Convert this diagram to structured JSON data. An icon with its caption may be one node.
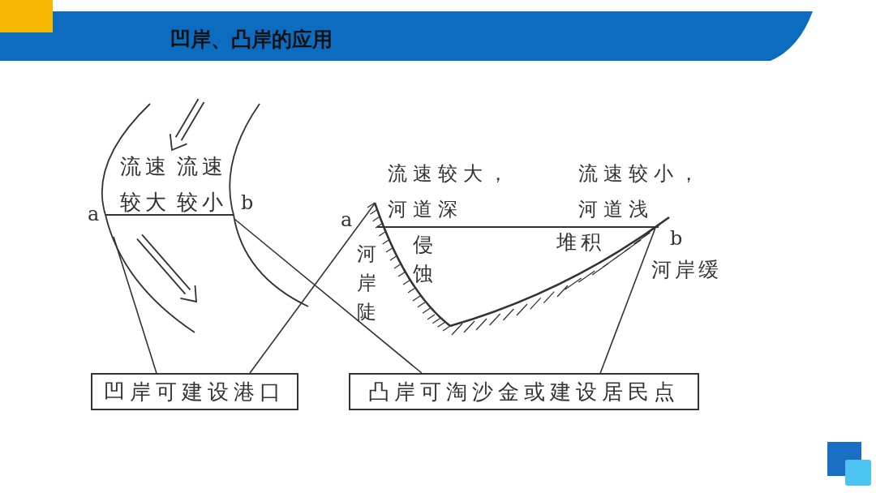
{
  "diagram": {
    "title": "凹岸、凸岸的应用",
    "nodes": [
      {
        "text": [],
        "shape": "curve"
      },
      {
        "text": [],
        "shape": "curve"
      },
      {
        "text": [],
        "shape": "curve"
      },
      {
        "text": [],
        "shape": "curve"
      },
      {
        "text": [
          "凹岸可建设港口"
        ]
      },
      {
        "text": [
          "凸岸可淘沙金或建设居民点"
        ]
      }
    ],
    "edges": [
      {
        "from": 4,
        "to": 0,
        "arrow": "none"
      },
      {
        "from": 4,
        "to": 2,
        "arrow": "none"
      },
      {
        "from": 5,
        "to": 1,
        "arrow": "none"
      },
      {
        "from": 5,
        "to": 3,
        "arrow": "none"
      },
      {
        "from": 0,
        "to": 1,
        "arrow": "none"
      },
      {
        "from": 2,
        "to": 3,
        "arrow": "none"
      }
    ],
    "labels": [
      "流速较大",
      "流速较小",
      "a",
      "b",
      "流速较大，河道深",
      "流速较小，河道浅",
      "a",
      "河岸陡",
      "侵蚀",
      "堆积",
      "b",
      "河岸缓"
    ]
  }
}
